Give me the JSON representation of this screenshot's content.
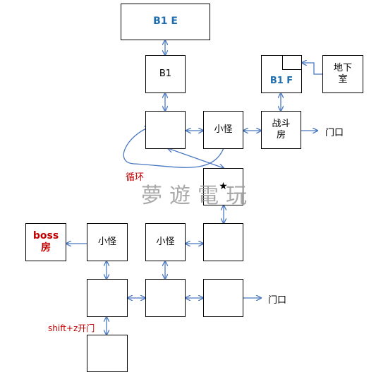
{
  "rooms": {
    "b1e": "B1 E",
    "b1": "B1",
    "b1f": "B1 F",
    "basement": "地下\n室",
    "monster_top": "小怪",
    "battle": "战斗\n房",
    "boss": "boss\n房",
    "monster_left": "小怪",
    "monster_mid": "小怪",
    "star": "★"
  },
  "labels": {
    "door_top": "门口",
    "door_bottom": "门口",
    "loop": "循环",
    "shift_open": "shift+z开门"
  },
  "watermark": "夢遊電玩",
  "colors": {
    "arrow": "#4a78c2",
    "accent_blue": "#1f6fb0",
    "accent_red": "#c00000"
  }
}
